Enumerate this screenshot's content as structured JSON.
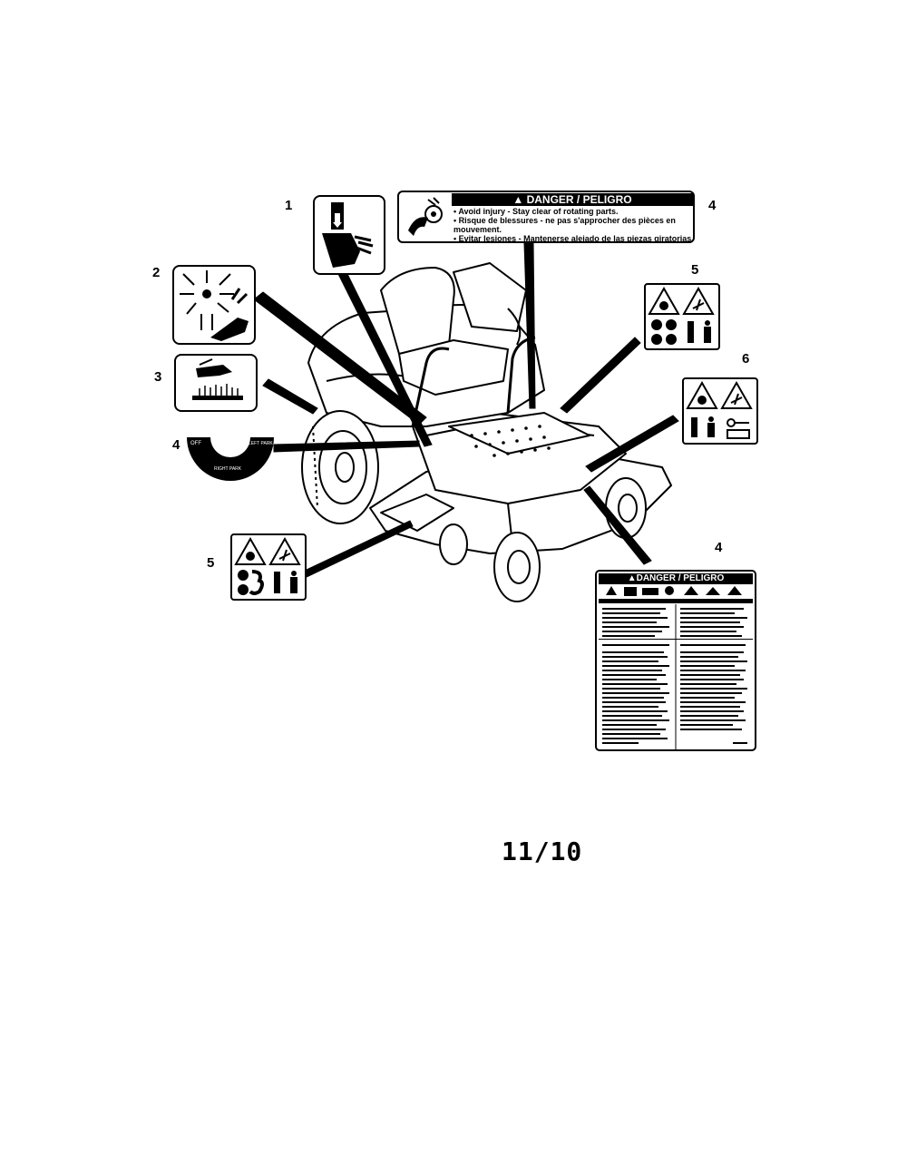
{
  "callouts": {
    "c1": "1",
    "c2": "2",
    "c3": "3",
    "c4_top": "4",
    "c4_left": "4",
    "c4_bottom": "4",
    "c5_right": "5",
    "c5_left": "5",
    "c6": "6"
  },
  "top_decal": {
    "header": "DANGER / PELIGRO",
    "lines": [
      "• Avoid injury - Stay clear of rotating parts.",
      "• Risque de blessures - ne pas s'approcher des pièces en",
      "  mouvement.",
      "• Evitar lesiones - Mantenerse alejado de las piezas giratorias."
    ]
  },
  "throttle_decal": {
    "off": "OFF",
    "left_park": "LEFT PARK",
    "right_park": "RIGHT PARK"
  },
  "big_decal": {
    "header": "DANGER / PELIGRO"
  },
  "page_number": "11/10"
}
